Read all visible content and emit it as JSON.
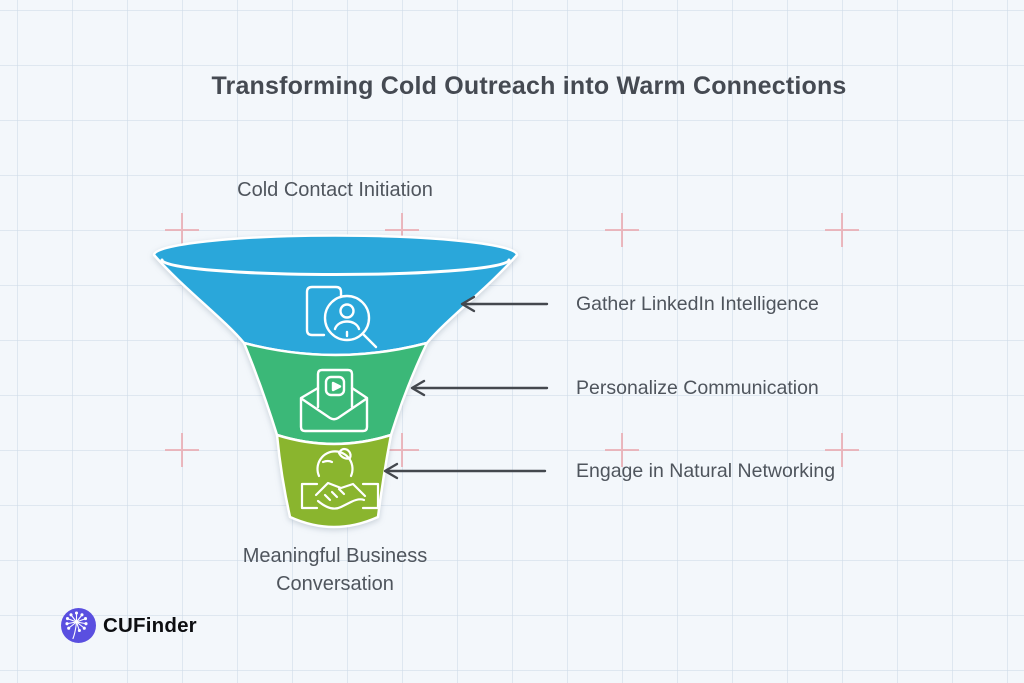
{
  "title": "Transforming Cold Outreach into Warm Connections",
  "funnel": {
    "top_label": "Cold Contact Initiation",
    "bottom_label": "Meaningful Business\nConversation",
    "stages": [
      {
        "label": "Gather LinkedIn Intelligence",
        "color": "#2aa7da",
        "icon": "profile-search-icon"
      },
      {
        "label": "Personalize Communication",
        "color": "#3bb878",
        "icon": "video-email-icon"
      },
      {
        "label": "Engage in Natural Networking",
        "color": "#8ab52e",
        "icon": "handshake-globe-icon"
      }
    ]
  },
  "logo": {
    "text": "CUFinder",
    "icon": "dandelion-icon",
    "circle_color": "#5a4fe0"
  },
  "colors": {
    "background": "#f3f7fb",
    "grid_line": "#cddbe8",
    "crosshair": "#eba9b0",
    "arrow": "#44484e",
    "title_text": "#454a52",
    "label_text": "#4f555d",
    "funnel_outline": "#ffffff"
  }
}
